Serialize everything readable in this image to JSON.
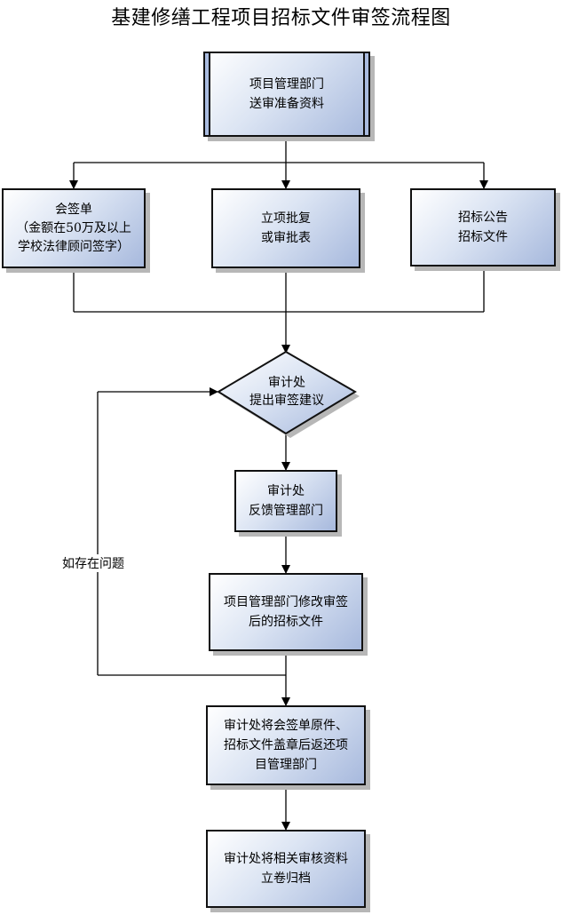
{
  "title": "基建修缮工程项目招标文件审签流程图",
  "nodes": {
    "start": "项目管理部门\n送审准备资料",
    "countersign": "会签单\n（金额在50万及以上\n学校法律顾问签字）",
    "approval": "立项批复\n或审批表",
    "tender": "招标公告\n招标文件",
    "audit_decision": "审计处\n提出审签建议",
    "feedback": "审计处\n反馈管理部门",
    "modify": "项目管理部门修改审签\n后的招标文件",
    "return": "审计处将会签单原件、\n招标文件盖章后返还项\n目管理部门",
    "archive": "审计处将相关审核资料\n立卷归档"
  },
  "loop_label": "如存在问题"
}
